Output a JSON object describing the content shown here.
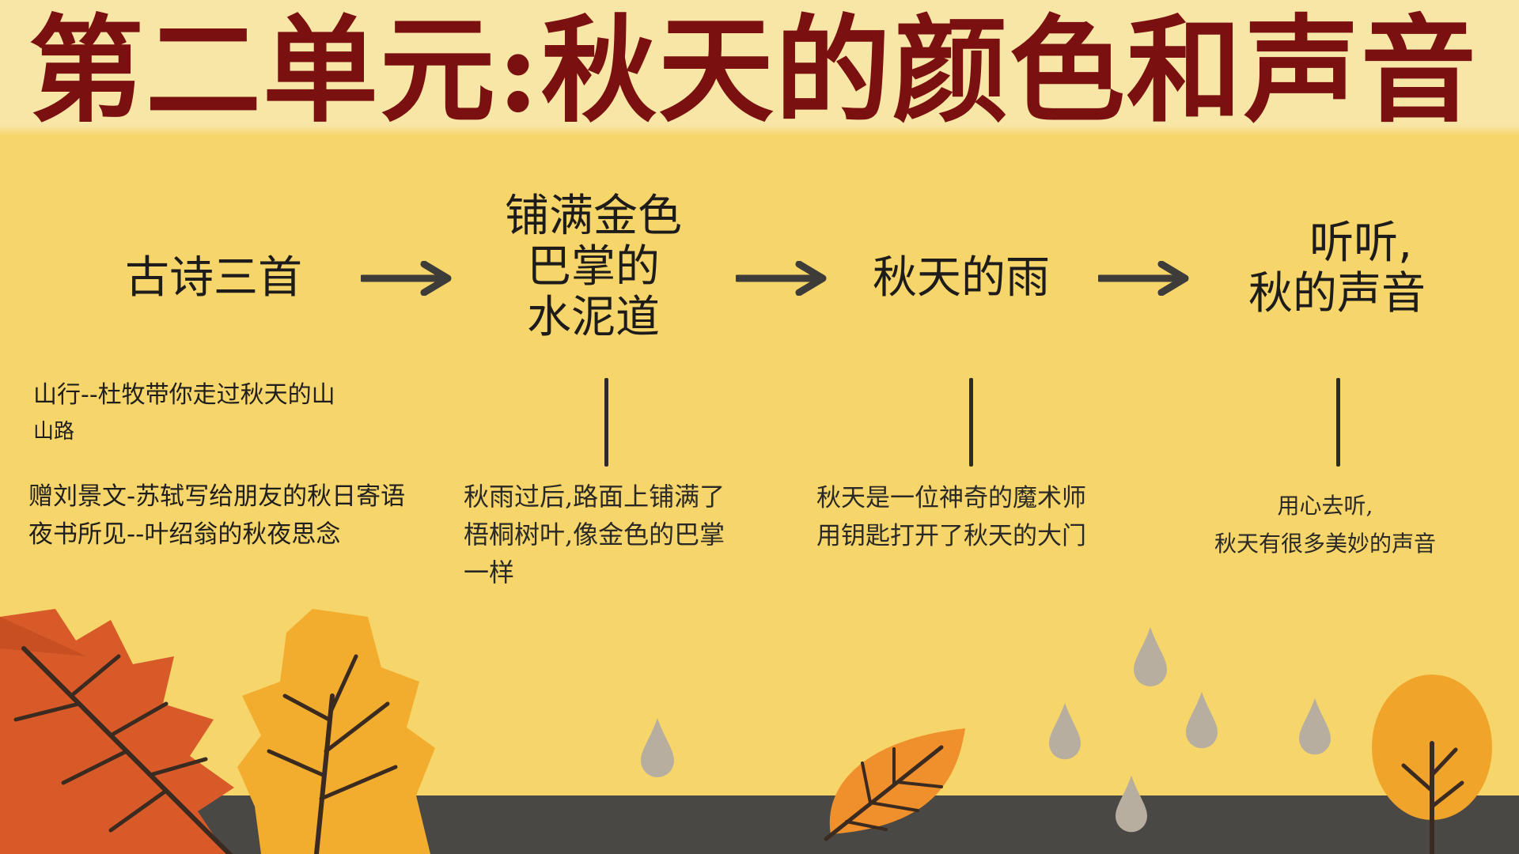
{
  "title": "第二单元:秋天的颜色和声音",
  "lessons": [
    {
      "title_lines": [
        "古诗三首"
      ],
      "poems": [
        {
          "text": "山行--杜牧带你走过秋天的山",
          "cont": "山路"
        },
        {
          "text": "赠刘景文-苏轼写给朋友的秋日寄语"
        },
        {
          "text": "夜书所见--叶绍翁的秋夜思念"
        }
      ]
    },
    {
      "title_lines": [
        "铺满金色",
        "巴掌的",
        "水泥道"
      ],
      "desc_lines": [
        "秋雨过后,路面上铺满了",
        "梧桐树叶,像金色的巴掌",
        "一样"
      ]
    },
    {
      "title_lines": [
        "秋天的雨"
      ],
      "desc_lines": [
        "秋天是一位神奇的魔术师",
        "用钥匙打开了秋天的大门"
      ]
    },
    {
      "title_lines": [
        "听听,",
        "秋的声音"
      ],
      "desc_lines": [
        "用心去听,",
        "秋天有很多美妙的声音"
      ]
    }
  ],
  "colors": {
    "background": "#f6d56b",
    "header_band": "#f8e6a6",
    "title": "#7a1010",
    "ground": "#4a4845",
    "leaf_red": "#d95a29",
    "leaf_orange": "#f0a52a",
    "leaf_yellow": "#f4b732",
    "raindrop": "#b7aea0"
  },
  "icons": [
    "arrow-right-icon",
    "arrow-right-icon",
    "arrow-right-icon",
    "maple-leaf-icon",
    "leaf-icon",
    "tree-icon",
    "raindrop-icon"
  ]
}
